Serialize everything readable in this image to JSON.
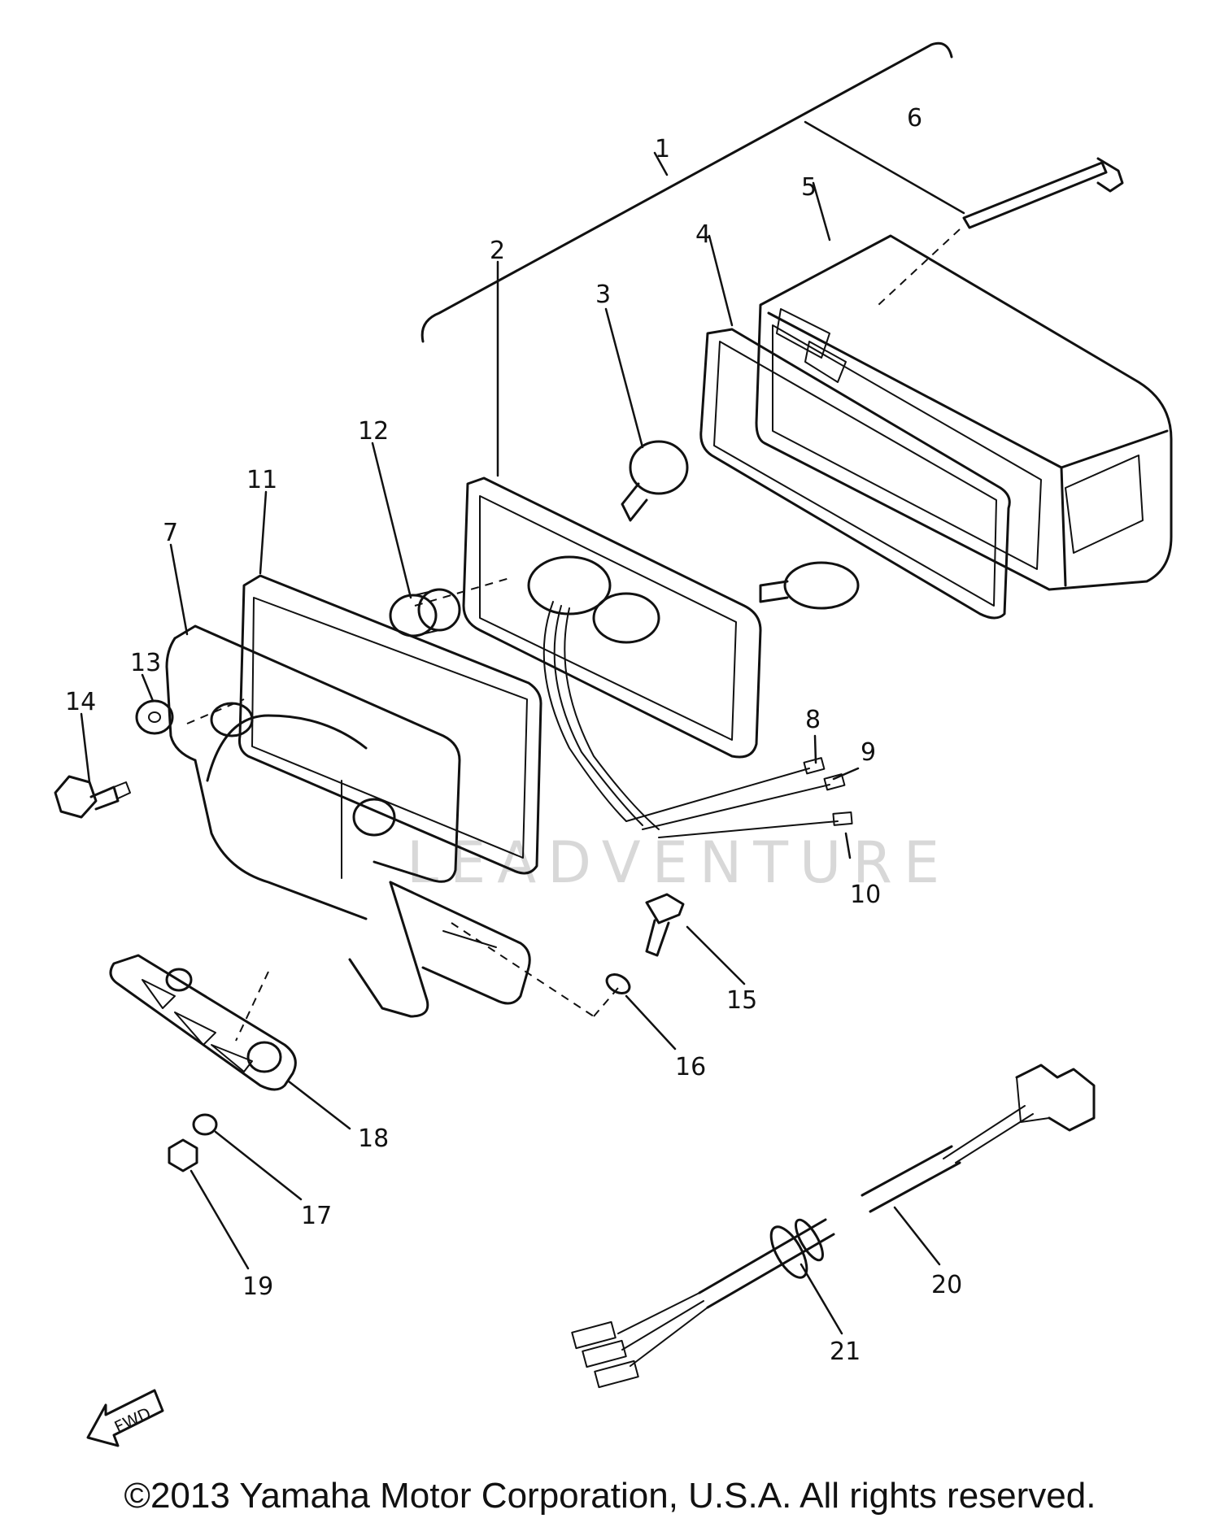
{
  "diagram": {
    "part_numbers": [
      "1",
      "2",
      "3",
      "4",
      "5",
      "6",
      "7",
      "8",
      "9",
      "10",
      "11",
      "12",
      "13",
      "14",
      "15",
      "16",
      "17",
      "18",
      "19",
      "20",
      "21"
    ],
    "fwd_label": "FWD",
    "watermark": "LEADVENTURE"
  },
  "footer": {
    "copyright": "©2013 Yamaha Motor Corporation, U.S.A. All rights reserved."
  }
}
